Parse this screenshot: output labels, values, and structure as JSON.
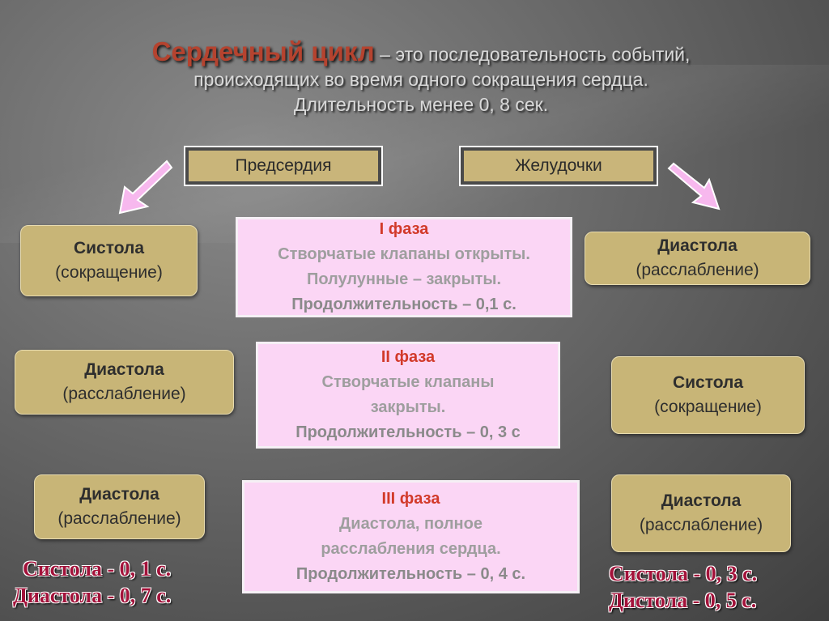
{
  "title": {
    "accent": "Сердечный цикл",
    "line1_rest": " – это последовательность событий,",
    "line2": "происходящих во время одного сокращения сердца.",
    "line3": "Длительность менее 0, 8 сек."
  },
  "headers": {
    "atria": "Предсердия",
    "ventricles": "Желудочки"
  },
  "left": [
    {
      "name": "Систола",
      "desc": "(сокращение)"
    },
    {
      "name": "Диастола",
      "desc": "(расслабление)"
    },
    {
      "name": "Диастола",
      "desc": "(расслабление)"
    }
  ],
  "right": [
    {
      "name": "Диастола",
      "desc": "(расслабление)"
    },
    {
      "name": "Систола",
      "desc": "(сокращение)"
    },
    {
      "name": "Диастола",
      "desc": "(расслабление)"
    }
  ],
  "phases": [
    {
      "title": "I фаза",
      "line1": "Створчатые клапаны открыты.",
      "line2": "Полулунные – закрыты.",
      "duration": "Продолжительность – 0,1 с."
    },
    {
      "title": "II фаза",
      "line1": "Створчатые клапаны",
      "line2": "закрыты.",
      "duration": "Продолжительность – 0, 3 с"
    },
    {
      "title": "III фаза",
      "line1": "Диастола, полное",
      "line2": "расслабления сердца.",
      "duration": "Продолжительность – 0, 4 с."
    }
  ],
  "summary_left": {
    "systole": "Систола - 0, 1 с.",
    "diastole": "Диастола - 0, 7 с."
  },
  "summary_right": {
    "systole": "Систола - 0, 3 с.",
    "diastole": "Дистола - 0, 5 с."
  },
  "colors": {
    "gold": "#c8b577",
    "pink": "#fbd6f5",
    "accent_red": "#b5432f",
    "summary_red": "#a3123a",
    "arrow_pink": "#f7b8ee"
  }
}
